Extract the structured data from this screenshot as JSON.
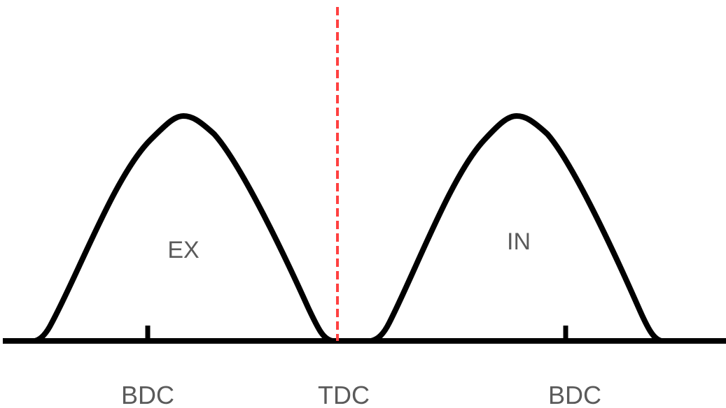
{
  "colors": {
    "curve": "#000000",
    "baseline": "#000000",
    "tdc_marker": "#ff4040",
    "text": "#5a5a5a"
  },
  "lobes": [
    {
      "label": "EX"
    },
    {
      "label": "IN"
    }
  ],
  "axis_labels": {
    "left_bdc": "BDC",
    "center_tdc": "TDC",
    "right_bdc": "BDC"
  }
}
